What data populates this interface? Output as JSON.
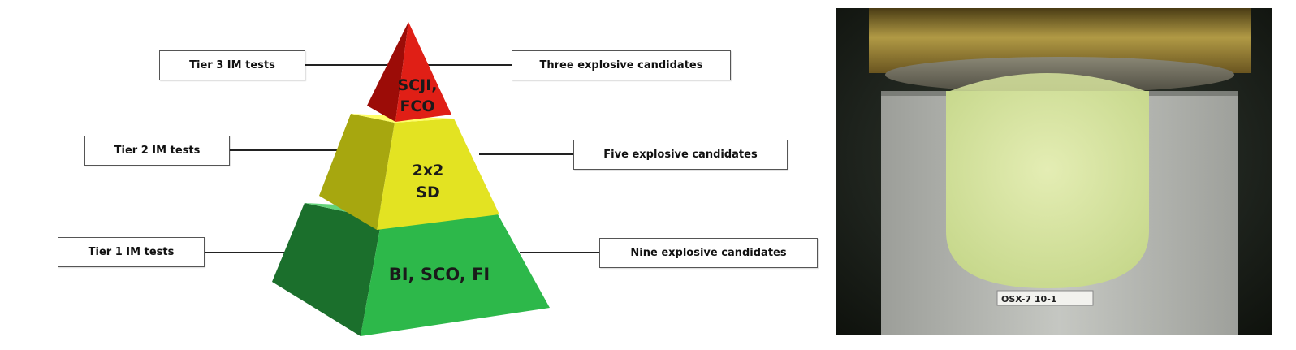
{
  "pyramid": {
    "tiers": [
      {
        "level": 3,
        "label": "Tier 3 IM tests",
        "inner_line1": "SCJI,",
        "inner_line2": "FCO",
        "outcome": "Three explosive candidates",
        "color_front": "#e01f16",
        "color_side": "#9c0c07"
      },
      {
        "level": 2,
        "label": "Tier 2 IM tests",
        "inner_line1": "2x2",
        "inner_line2": "SD",
        "outcome": "Five explosive candidates",
        "color_front": "#e3e322",
        "color_side": "#a7a70f"
      },
      {
        "level": 1,
        "label": "Tier 1 IM tests",
        "inner_line1": "BI, SCO, FI",
        "inner_line2": "",
        "outcome": "Nine explosive candidates",
        "color_front": "#2db84a",
        "color_side": "#1b6f2c"
      }
    ]
  },
  "photo": {
    "sample_label": "OSX-7 10-1"
  }
}
